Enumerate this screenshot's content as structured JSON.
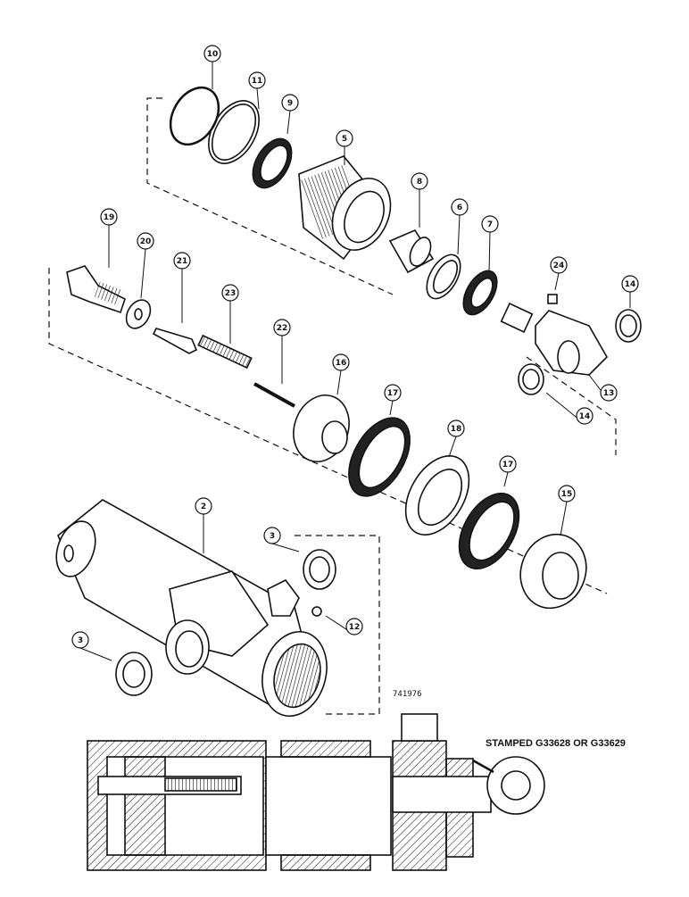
{
  "diagram": {
    "drawing_number": "741976",
    "stamp_note": "STAMPED G33628 OR G33629",
    "callouts": [
      "10",
      "11",
      "9",
      "5",
      "8",
      "6",
      "7",
      "24",
      "14",
      "13",
      "14",
      "19",
      "20",
      "21",
      "23",
      "22",
      "16",
      "17",
      "18",
      "17",
      "15",
      "2",
      "3",
      "12",
      "3"
    ]
  },
  "colors": {
    "ink": "#111111",
    "paper": "#ffffff",
    "shade": "#555555"
  }
}
